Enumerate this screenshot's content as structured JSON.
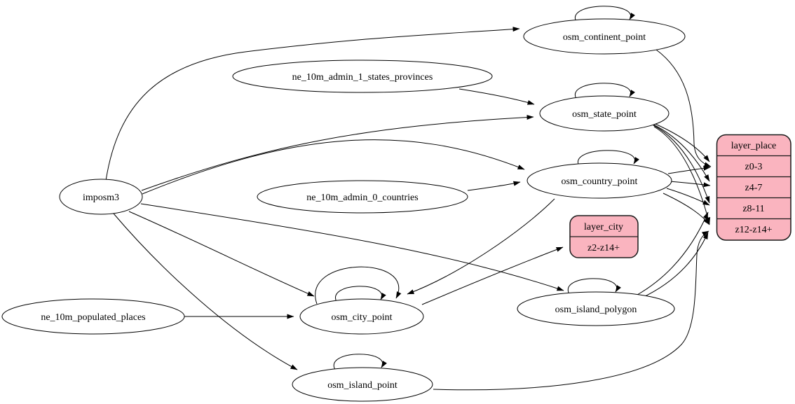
{
  "diagram": {
    "type": "etl-graph",
    "nodes": {
      "imposm3": {
        "label": "imposm3"
      },
      "ne_10m_admin_1_states_provinces": {
        "label": "ne_10m_admin_1_states_provinces"
      },
      "ne_10m_admin_0_countries": {
        "label": "ne_10m_admin_0_countries"
      },
      "ne_10m_populated_places": {
        "label": "ne_10m_populated_places"
      },
      "osm_continent_point": {
        "label": "osm_continent_point"
      },
      "osm_state_point": {
        "label": "osm_state_point"
      },
      "osm_country_point": {
        "label": "osm_country_point"
      },
      "osm_city_point": {
        "label": "osm_city_point"
      },
      "osm_island_polygon": {
        "label": "osm_island_polygon"
      },
      "osm_island_point": {
        "label": "osm_island_point"
      }
    },
    "records": {
      "layer_place": {
        "title": "layer_place",
        "rows": [
          "z0-3",
          "z4-7",
          "z8-11",
          "z12-z14+"
        ]
      },
      "layer_city": {
        "title": "layer_city",
        "rows": [
          "z2-z14+"
        ]
      }
    },
    "colors": {
      "record_fill": "#fab4bf",
      "stroke": "#000000",
      "background": "#ffffff"
    },
    "edges": [
      {
        "from": "imposm3",
        "to": "osm_continent_point"
      },
      {
        "from": "imposm3",
        "to": "osm_state_point"
      },
      {
        "from": "imposm3",
        "to": "osm_country_point"
      },
      {
        "from": "imposm3",
        "to": "osm_city_point"
      },
      {
        "from": "imposm3",
        "to": "osm_island_polygon"
      },
      {
        "from": "imposm3",
        "to": "osm_island_point"
      },
      {
        "from": "ne_10m_admin_1_states_provinces",
        "to": "osm_state_point"
      },
      {
        "from": "ne_10m_admin_0_countries",
        "to": "osm_country_point"
      },
      {
        "from": "ne_10m_populated_places",
        "to": "osm_city_point"
      },
      {
        "from": "osm_continent_point",
        "to": "osm_continent_point"
      },
      {
        "from": "osm_state_point",
        "to": "osm_state_point"
      },
      {
        "from": "osm_country_point",
        "to": "osm_country_point"
      },
      {
        "from": "osm_city_point",
        "to": "osm_city_point"
      },
      {
        "from": "osm_city_point",
        "to": "osm_city_point"
      },
      {
        "from": "osm_island_polygon",
        "to": "osm_island_polygon"
      },
      {
        "from": "osm_island_point",
        "to": "osm_island_point"
      },
      {
        "from": "osm_country_point",
        "to": "osm_city_point"
      },
      {
        "from": "osm_continent_point",
        "to": "layer_place:z0-3"
      },
      {
        "from": "osm_state_point",
        "to": "layer_place:z0-3"
      },
      {
        "from": "osm_state_point",
        "to": "layer_place:z4-7"
      },
      {
        "from": "osm_state_point",
        "to": "layer_place:z8-11"
      },
      {
        "from": "osm_state_point",
        "to": "layer_place:z12-z14+"
      },
      {
        "from": "osm_country_point",
        "to": "layer_place:z0-3"
      },
      {
        "from": "osm_country_point",
        "to": "layer_place:z4-7"
      },
      {
        "from": "osm_country_point",
        "to": "layer_place:z8-11"
      },
      {
        "from": "osm_country_point",
        "to": "layer_place:z12-z14+"
      },
      {
        "from": "osm_island_polygon",
        "to": "layer_place:z8-11"
      },
      {
        "from": "osm_island_polygon",
        "to": "layer_place:z12-z14+"
      },
      {
        "from": "osm_island_point",
        "to": "layer_place:z12-z14+"
      },
      {
        "from": "osm_city_point",
        "to": "layer_city:z2-z14+"
      }
    ]
  }
}
